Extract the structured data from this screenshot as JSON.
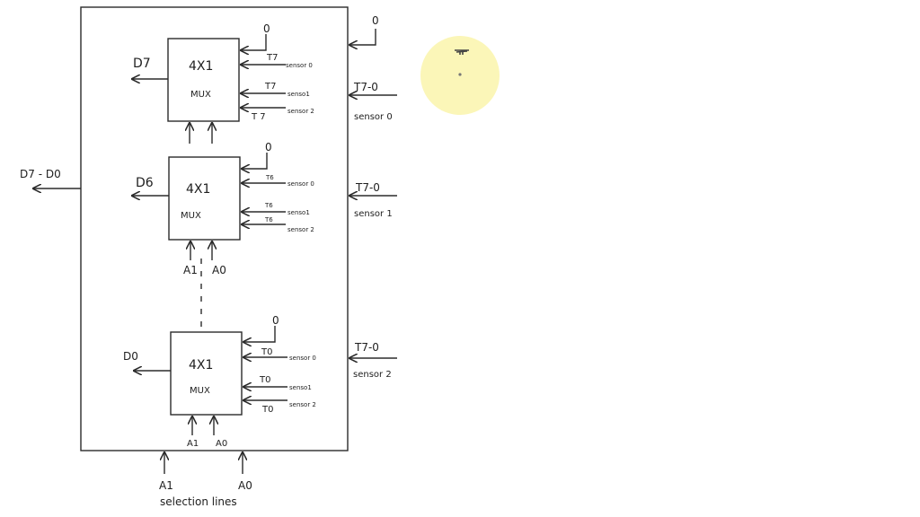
{
  "diagram": {
    "output_bus": {
      "label": "D7 - D0"
    },
    "mux_upper": {
      "title": "4X1",
      "subtitle": "MUX",
      "output_label": "D7",
      "top_input": "0",
      "t_label_1": "T7",
      "t_label_2": "T7",
      "t_label_3": "T 7",
      "sensor_0": "sensor 0",
      "sensor_1": "senso1",
      "sensor_2": "sensor 2"
    },
    "mux_middle": {
      "title": "4X1",
      "subtitle": "MUX",
      "output_label": "D6",
      "top_input": "0",
      "t_label_1": "T6",
      "t_label_2": "T6",
      "t_label_3": "T6",
      "sensor_0": "sensor 0",
      "sensor_1": "senso1",
      "sensor_2": "sensor 2",
      "select_a1": "A1",
      "select_a0": "A0"
    },
    "mux_lower": {
      "title": "4X1",
      "subtitle": "MUX",
      "output_label": "D0",
      "top_input": "0",
      "t_label_1": "T0",
      "t_label_2": "T0",
      "t_label_3": "T0",
      "sensor_0": "sensor 0",
      "sensor_1": "senso1",
      "sensor_2": "sensor 2",
      "select_a1": "A1",
      "select_a0": "A0"
    },
    "external_inputs": {
      "top_zero": "0",
      "bus_0": "T7-0",
      "bus_0_sensor": "sensor 0",
      "bus_1": "T7-0",
      "bus_1_sensor": "sensor 1",
      "bus_2": "T7-0",
      "bus_2_sensor": "sensor 2"
    },
    "selection": {
      "a1": "A1",
      "a0": "A0",
      "caption": "selection lines"
    }
  },
  "colors": {
    "ink": "#2b2b2b",
    "highlight": "#fbf6b8",
    "highlight_mark": "#444444"
  }
}
